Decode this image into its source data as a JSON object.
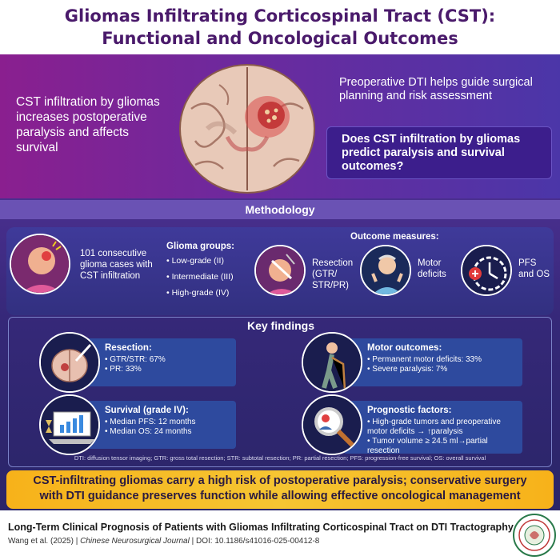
{
  "header": {
    "title_line1": "Gliomas Infiltrating Corticospinal Tract (CST):",
    "title_line2": "Functional and Oncological Outcomes"
  },
  "intro": {
    "left_text": "CST infiltration by gliomas increases postoperative paralysis and affects survival",
    "right_text": "Preoperative DTI helps guide surgical planning and risk assessment",
    "question": "Does CST infiltration by gliomas predict paralysis and survival outcomes?"
  },
  "methodology": {
    "heading": "Methodology",
    "cases_text": "101 consecutive glioma cases with CST infiltration",
    "groups_heading": "Glioma groups:",
    "groups": [
      "Low-grade (II)",
      "Intermediate (III)",
      "High-grade (IV)"
    ],
    "outcomes_heading": "Outcome measures:",
    "outcomes": [
      {
        "label": "Resection (GTR/ STR/PR)"
      },
      {
        "label": "Motor deficits"
      },
      {
        "label": "PFS and OS"
      }
    ]
  },
  "findings": {
    "heading": "Key findings",
    "resection": {
      "heading": "Resection:",
      "items": [
        "GTR/STR: 67%",
        "PR: 33%"
      ]
    },
    "motor": {
      "heading": "Motor outcomes:",
      "items": [
        "Permanent motor deficits: 33%",
        "Severe paralysis: 7%"
      ]
    },
    "survival": {
      "heading": "Survival (grade IV):",
      "items": [
        "Median PFS: 12 months",
        "Median OS: 24 months"
      ]
    },
    "prognostic": {
      "heading": "Prognostic factors:",
      "items": [
        "High-grade tumors and preoperative motor deficits → ↑paralysis",
        "Tumor volume ≥ 24.5 ml→partial resection"
      ]
    },
    "abbreviations": "DTI: diffusion tensor imaging; GTR: gross total resection; STR: subtotal resection; PR: partial resection; PFS: progression-free survival; OS: overall survival"
  },
  "conclusion": {
    "line1": "CST-infiltrating gliomas carry a high risk of postoperative paralysis; conservative surgery",
    "line2": "with DTI guidance preserves function while allowing effective oncological management"
  },
  "footer": {
    "article_title": "Long-Term Clinical Prognosis of Patients with Gliomas Infiltrating Corticospinal Tract on DTI Tractography",
    "authors": "Wang et al. (2025)",
    "journal": "Chinese Neurosurgical Journal",
    "doi": "DOI: 10.1186/s41016-025-00412-8"
  },
  "colors": {
    "title": "#4a1a6b",
    "top_gradient_start": "#8a1f8f",
    "top_gradient_end": "#4b36a8",
    "question_box": "#3c1e8c",
    "finding_box": "#2e4a9e",
    "conclusion_bar": "#f7b21a"
  },
  "icons": [
    "brain-tumor-icon",
    "patient-head-icon",
    "surgery-icon",
    "motor-deficit-patient-icon",
    "stopwatch-icon",
    "walking-elder-icon",
    "laptop-chart-icon",
    "magnifier-person-icon",
    "society-seal-icon"
  ]
}
